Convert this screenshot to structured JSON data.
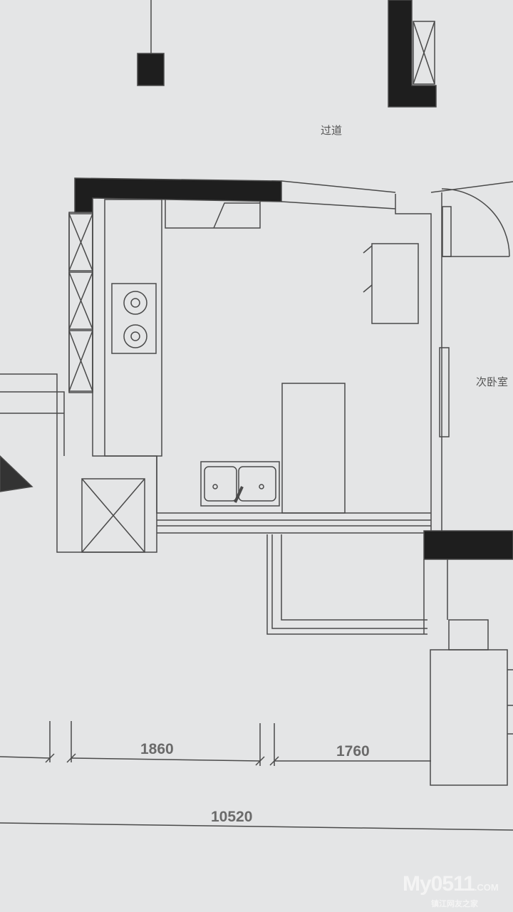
{
  "labels": {
    "corridor": "过道",
    "second_bedroom": "次卧室"
  },
  "dimensions": {
    "d1": "1860",
    "d2": "1760",
    "total": "10520"
  },
  "watermark": {
    "logo": "My0511",
    "domain": ".COM",
    "subtitle": "镇江网友之家"
  },
  "colors": {
    "paper": "#e4e5e6",
    "line": "#444444",
    "wall": "#1e1e1e"
  }
}
